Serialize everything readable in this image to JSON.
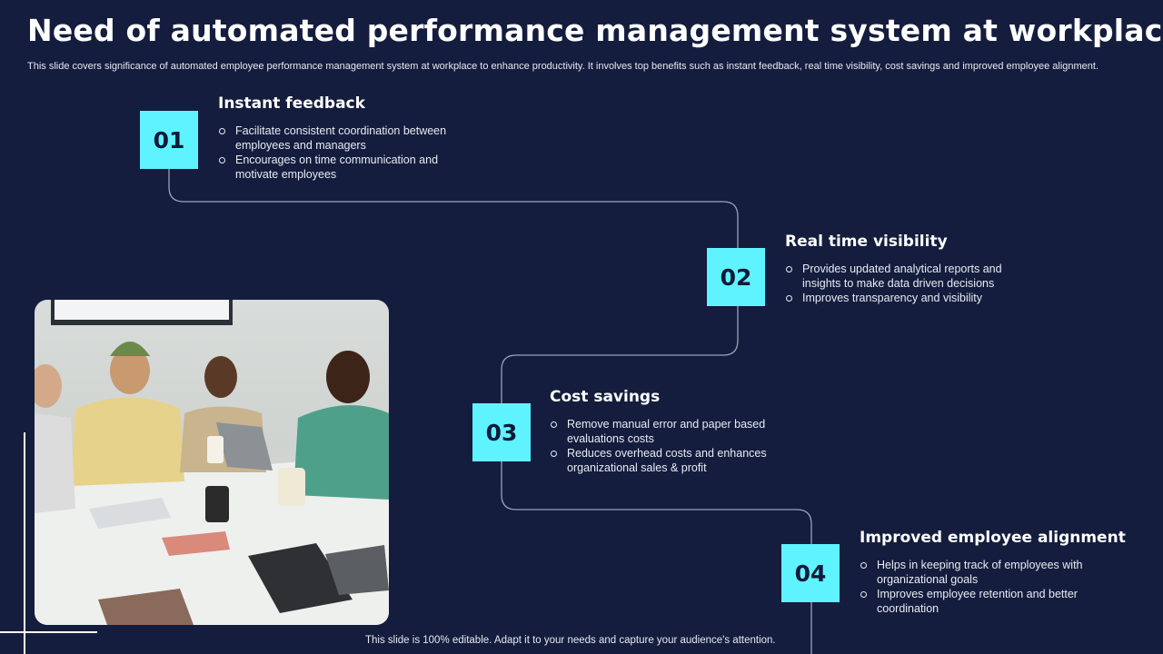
{
  "page": {
    "title": "Need of automated performance management system at workplace",
    "subtitle": "This slide covers significance of automated employee performance management system at workplace to enhance productivity. It involves top benefits such as instant feedback, real time visibility, cost savings and improved employee alignment.",
    "footer": "This slide is 100% editable. Adapt it to your needs and capture your audience's attention."
  },
  "colors": {
    "background": "#141d3d",
    "accent": "#5ff3ff",
    "connector": "#9aa3b8"
  },
  "steps": [
    {
      "number": "01",
      "title": "Instant feedback",
      "bullets": [
        "Facilitate consistent coordination between employees and managers",
        "Encourages on time communication and motivate employees"
      ]
    },
    {
      "number": "02",
      "title": "Real time visibility",
      "bullets": [
        "Provides updated analytical reports and insights to make data driven decisions",
        "Improves transparency and visibility"
      ]
    },
    {
      "number": "03",
      "title": "Cost savings",
      "bullets": [
        "Remove manual error and paper based evaluations costs",
        "Reduces overhead costs and enhances organizational sales & profit"
      ]
    },
    {
      "number": "04",
      "title": "Improved employee alignment",
      "bullets": [
        "Helps in keeping track of employees with organizational goals",
        "Improves employee retention and better coordination"
      ]
    }
  ]
}
